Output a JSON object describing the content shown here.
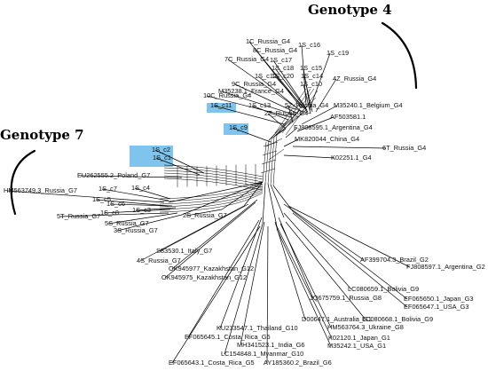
{
  "groups": [
    {
      "id": "g4",
      "label": "Genotype 4"
    },
    {
      "id": "g7",
      "label": "Genotype 7"
    }
  ],
  "highlight_color": "#7ec4ec",
  "taxa": [
    {
      "id": "t1",
      "label": "1C_Russia_G4"
    },
    {
      "id": "t2",
      "label": "1S_c16"
    },
    {
      "id": "t3",
      "label": "8C_Russia_G4"
    },
    {
      "id": "t4",
      "label": "1S_c19"
    },
    {
      "id": "t5",
      "label": "7C_Russia_G4"
    },
    {
      "id": "t6",
      "label": "1S_c17"
    },
    {
      "id": "t7",
      "label": "1S_c18"
    },
    {
      "id": "t8",
      "label": "1S_c15"
    },
    {
      "id": "t9",
      "label": "1S_c12"
    },
    {
      "id": "t10",
      "label": "1S_c20"
    },
    {
      "id": "t11",
      "label": "1S_c14"
    },
    {
      "id": "t12",
      "label": "4Z_Russia_G4"
    },
    {
      "id": "t13",
      "label": "9C_Russia_G4"
    },
    {
      "id": "t14",
      "label": "1S_c10"
    },
    {
      "id": "t15",
      "label": "M35238.1_France_G4"
    },
    {
      "id": "t16",
      "label": "10C_Russia_G4"
    },
    {
      "id": "t17",
      "label": "1S_c11"
    },
    {
      "id": "t18",
      "label": "1S_c13"
    },
    {
      "id": "t19",
      "label": "5Z_Russia_G4"
    },
    {
      "id": "t20",
      "label": "M35240.1_Belgium_G4"
    },
    {
      "id": "t21",
      "label": "2Z_Russia_G4"
    },
    {
      "id": "t22",
      "label": "AF503581.1"
    },
    {
      "id": "t23",
      "label": "1S_c9"
    },
    {
      "id": "t24",
      "label": "FJ808595.1_Argentina_G4"
    },
    {
      "id": "t25",
      "label": "MK820044_China_G4"
    },
    {
      "id": "t26",
      "label": "6T_Russia_G4"
    },
    {
      "id": "t27",
      "label": "1S_c2"
    },
    {
      "id": "t28",
      "label": "1S_c1"
    },
    {
      "id": "t29",
      "label": "K02251.1_G4"
    },
    {
      "id": "t30",
      "label": "EU262555.2_Poland_G7"
    },
    {
      "id": "t31",
      "label": "HM563749.3_Russia_G7"
    },
    {
      "id": "t32",
      "label": "1S_c7"
    },
    {
      "id": "t33",
      "label": "1S_c4"
    },
    {
      "id": "t34",
      "label": "1S_c5"
    },
    {
      "id": "t35",
      "label": "1S_c6"
    },
    {
      "id": "t36",
      "label": "1S_c8"
    },
    {
      "id": "t37",
      "label": "1S_c3"
    },
    {
      "id": "t38",
      "label": "5T_Russia_G7"
    },
    {
      "id": "t39",
      "label": "5S_Russia_G7"
    },
    {
      "id": "t40",
      "label": "3S_Russia_G7"
    },
    {
      "id": "t41",
      "label": "2S_Russia_G7"
    },
    {
      "id": "t42",
      "label": "S83530.1_Italy_G7"
    },
    {
      "id": "t43",
      "label": "4S_Russia_G7"
    },
    {
      "id": "t44",
      "label": "OK945977_Kazakhstan_G12"
    },
    {
      "id": "t45",
      "label": "OK945975_Kazakhstan_G12"
    },
    {
      "id": "t46",
      "label": "AF399704.3_Brazil_G2"
    },
    {
      "id": "t47",
      "label": "FJ808597.1_Argentina_G2"
    },
    {
      "id": "t48",
      "label": "LC080659.1_Bolivia_G9"
    },
    {
      "id": "t49",
      "label": "JQ675759.1_Russia_G8"
    },
    {
      "id": "t50",
      "label": "EF065650.1_Japan_G3"
    },
    {
      "id": "t51",
      "label": "EF065647.1_USA_G3"
    },
    {
      "id": "t52",
      "label": "D00647.1_Australia_G1"
    },
    {
      "id": "t53",
      "label": "LC080668.1_Bolivia_G9"
    },
    {
      "id": "t54",
      "label": "HM563764.3_Ukraine_G8"
    },
    {
      "id": "t55",
      "label": "KU233547.1_Thailand_G10"
    },
    {
      "id": "t56",
      "label": "EF065645.1_Costa_Rica_G5"
    },
    {
      "id": "t57",
      "label": "K02120.1_Japan_G1"
    },
    {
      "id": "t58",
      "label": "MH341523.1_India_G6"
    },
    {
      "id": "t59",
      "label": "M35242.1_USA_G1"
    },
    {
      "id": "t60",
      "label": "LC154848.1_Myanmar_G10"
    },
    {
      "id": "t61",
      "label": "EF065643.1_Costa_Rica_G5"
    },
    {
      "id": "t62",
      "label": "AY185360.2_Brazil_G6"
    }
  ]
}
